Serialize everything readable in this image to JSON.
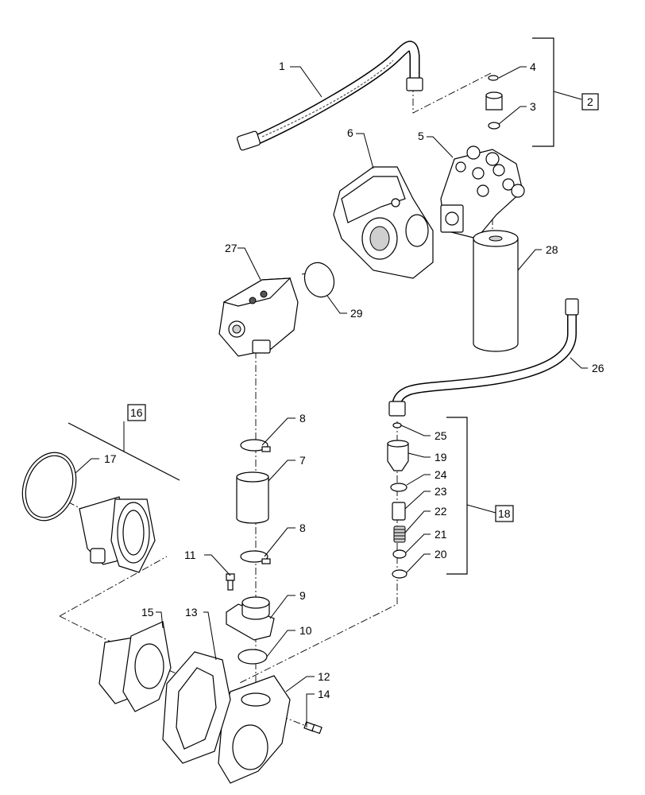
{
  "callouts": {
    "c1": "1",
    "c2": "2",
    "c3": "3",
    "c4": "4",
    "c5": "5",
    "c6": "6",
    "c7": "7",
    "c8a": "8",
    "c8b": "8",
    "c9": "9",
    "c10": "10",
    "c11": "11",
    "c12": "12",
    "c13": "13",
    "c14": "14",
    "c15": "15",
    "c16": "16",
    "c17": "17",
    "c18": "18",
    "c19": "19",
    "c20": "20",
    "c21": "21",
    "c22": "22",
    "c23": "23",
    "c24": "24",
    "c25": "25",
    "c26": "26",
    "c27": "27",
    "c28": "28",
    "c29": "29"
  }
}
